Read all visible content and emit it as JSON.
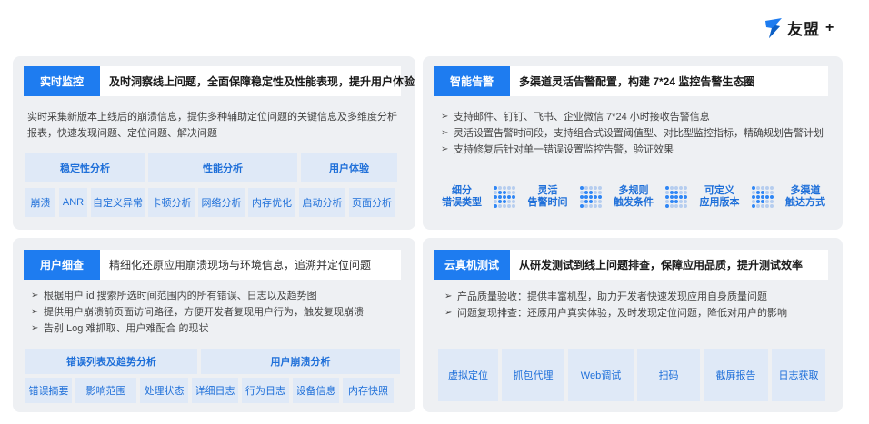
{
  "logo": {
    "brand": "友盟",
    "plus": "+"
  },
  "panels": {
    "realtime": {
      "tag": "实时监控",
      "headline": "及时洞察线上问题，全面保障稳定性及性能表现，提升用户体验",
      "desc": "实时采集新版本上线后的崩溃信息，提供多种辅助定位问题的关键信息及多维度分析报表，快速发现问题、定位问题、解决问题",
      "groups": [
        "稳定性分析",
        "性能分析",
        "用户体验"
      ],
      "items": [
        "崩溃",
        "ANR",
        "自定义异常",
        "卡顿分析",
        "网络分析",
        "内存优化",
        "启动分析",
        "页面分析"
      ]
    },
    "alert": {
      "tag": "智能告警",
      "headline": "多渠道灵活告警配置，构建 7*24 监控告警生态圈",
      "bullets": [
        "支持邮件、钉钉、飞书、企业微信 7*24 小时接收告警信息",
        "灵活设置告警时间段，支持组合式设置阈值型、对比型监控指标，精确规划告警计划",
        "支持修复后针对单一错误设置监控告警，验证效果"
      ],
      "flow": [
        [
          "细分",
          "错误类型"
        ],
        [
          "灵活",
          "告警时间"
        ],
        [
          "多规则",
          "触发条件"
        ],
        [
          "可定义",
          "应用版本"
        ],
        [
          "多渠道",
          "触达方式"
        ]
      ]
    },
    "detail": {
      "tag": "用户细查",
      "headline": "精细化还原应用崩溃现场与环境信息，追溯并定位问题",
      "bullets": [
        "根据用户 id 搜索所选时间范围内的所有错误、日志以及趋势图",
        "提供用户崩溃前页面访问路径，方便开发者复现用户行为，触发复现崩溃",
        "告别 Log 难抓取、用户难配合 的现状"
      ],
      "groups": [
        "错误列表及趋势分析",
        "用户崩溃分析"
      ],
      "items": [
        "错误摘要",
        "影响范围",
        "处理状态",
        "详细日志",
        "行为日志",
        "设备信息",
        "内存快照"
      ]
    },
    "cloud": {
      "tag": "云真机测试",
      "headline": "从研发测试到线上问题排查，保障应用品质，提升测试效率",
      "bullets": [
        "产品质量验收：提供丰富机型，助力开发者快速发现应用自身质量问题",
        "问题复现排查：还原用户真实体验，及时发现定位问题，降低对用户的影响"
      ],
      "items": [
        "虚拟定位",
        "抓包代理",
        "Web调试",
        "扫码",
        "截屏报告",
        "日志获取"
      ]
    }
  }
}
